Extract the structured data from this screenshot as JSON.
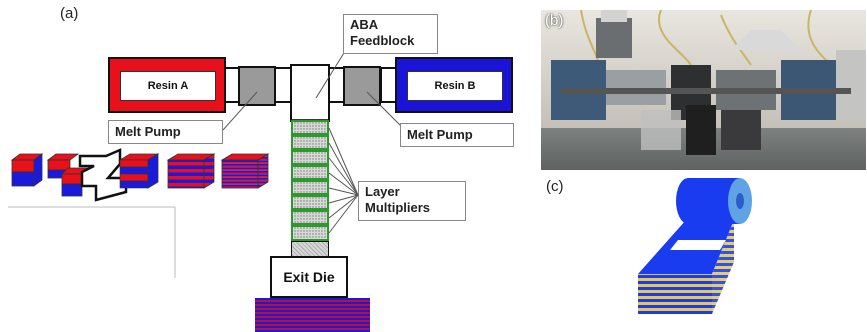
{
  "panels": {
    "a": "(a)",
    "b": "(b)",
    "c": "(c)"
  },
  "labels": {
    "feedblock": [
      "ABA",
      "Feedblock"
    ],
    "resin_a": "Resin A",
    "resin_b": "Resin B",
    "melt_pump_left": "Melt Pump",
    "melt_pump_right": "Melt Pump",
    "layer_multipliers": [
      "Layer",
      "Multipliers"
    ],
    "exit_die": "Exit Die"
  },
  "colors": {
    "resin_a": "#e8101a",
    "resin_b": "#1a14d8",
    "pump": "#9a9a9a",
    "multiplier_border": "#2a9a2a",
    "film_yellow": "#e7c84a",
    "film_blue": "#1a3cf0"
  }
}
